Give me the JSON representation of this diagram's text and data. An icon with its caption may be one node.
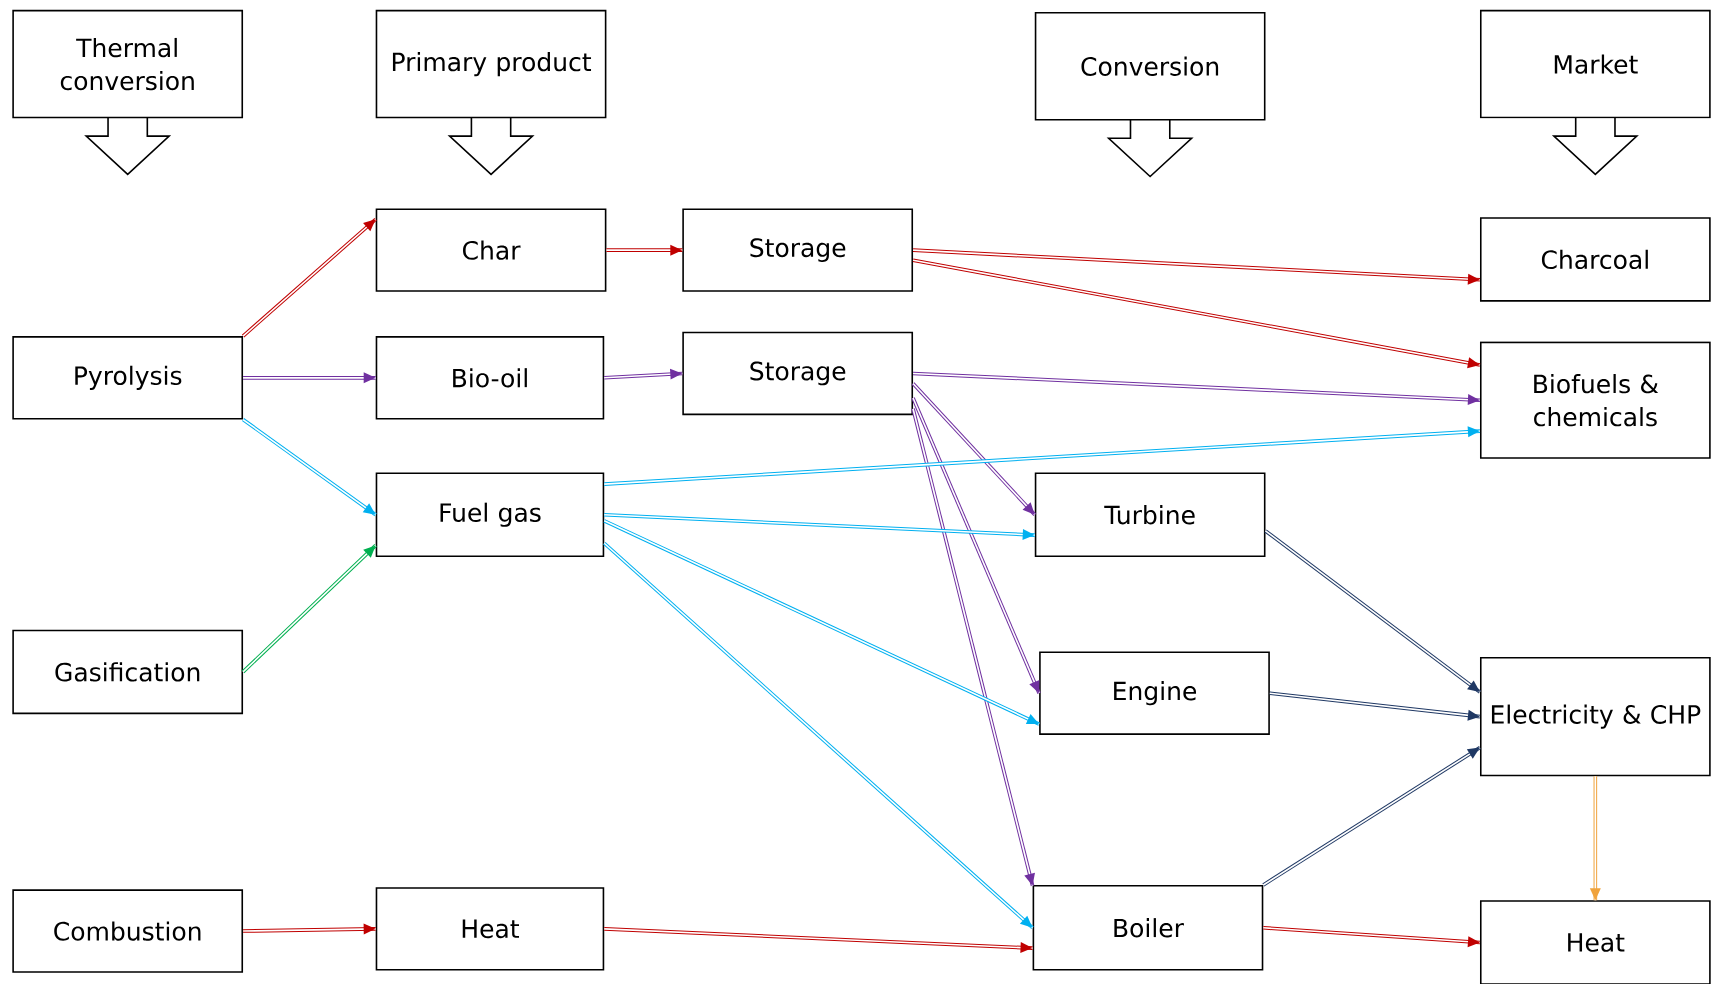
{
  "diagram": {
    "nodes": [
      {
        "text": [
          "Thermal conversion"
        ]
      },
      {
        "text": [
          "Primary product"
        ]
      },
      {
        "text": [
          "Conversion"
        ]
      },
      {
        "text": [
          "Market"
        ]
      },
      {
        "text": [
          "Char"
        ]
      },
      {
        "text": [
          "Storage"
        ]
      },
      {
        "text": [
          "Charcoal"
        ]
      },
      {
        "text": [
          "Pyrolysis"
        ]
      },
      {
        "text": [
          "Bio-oil"
        ]
      },
      {
        "text": [
          "Storage"
        ]
      },
      {
        "text": [
          "Biofuels & chemicals"
        ]
      },
      {
        "text": [
          "Fuel gas"
        ]
      },
      {
        "text": [
          "Turbine"
        ]
      },
      {
        "text": [
          "Gasification"
        ]
      },
      {
        "text": [
          "Engine"
        ]
      },
      {
        "text": [
          "Electricity & CHP"
        ]
      },
      {
        "text": [
          "Combustion"
        ]
      },
      {
        "text": [
          "Heat"
        ]
      },
      {
        "text": [
          "Boiler"
        ]
      },
      {
        "text": [
          "Heat"
        ]
      }
    ],
    "edges": [
      {
        "from": 7,
        "to": 4,
        "arrow": "to",
        "color": "#c00000"
      },
      {
        "from": 4,
        "to": 5,
        "arrow": "to",
        "color": "#c00000"
      },
      {
        "from": 5,
        "to": 6,
        "arrow": "to",
        "color": "#c00000"
      },
      {
        "from": 5,
        "to": 10,
        "arrow": "to",
        "color": "#c00000"
      },
      {
        "from": 7,
        "to": 8,
        "arrow": "to",
        "color": "#7030a0"
      },
      {
        "from": 8,
        "to": 9,
        "arrow": "to",
        "color": "#7030a0"
      },
      {
        "from": 9,
        "to": 10,
        "arrow": "to",
        "color": "#7030a0"
      },
      {
        "from": 9,
        "to": 12,
        "arrow": "to",
        "color": "#7030a0"
      },
      {
        "from": 9,
        "to": 14,
        "arrow": "to",
        "color": "#7030a0"
      },
      {
        "from": 9,
        "to": 18,
        "arrow": "to",
        "color": "#7030a0"
      },
      {
        "from": 7,
        "to": 11,
        "arrow": "to",
        "color": "#00b0f0"
      },
      {
        "from": 13,
        "to": 11,
        "arrow": "to",
        "color": "#00b050"
      },
      {
        "from": 11,
        "to": 10,
        "arrow": "to",
        "color": "#00b0f0"
      },
      {
        "from": 11,
        "to": 12,
        "arrow": "to",
        "color": "#00b0f0"
      },
      {
        "from": 11,
        "to": 14,
        "arrow": "to",
        "color": "#00b0f0"
      },
      {
        "from": 11,
        "to": 18,
        "arrow": "to",
        "color": "#00b0f0"
      },
      {
        "from": 12,
        "to": 15,
        "arrow": "to",
        "color": "#1f3864"
      },
      {
        "from": 14,
        "to": 15,
        "arrow": "to",
        "color": "#1f3864"
      },
      {
        "from": 18,
        "to": 15,
        "arrow": "to",
        "color": "#1f3864"
      },
      {
        "from": 15,
        "to": 19,
        "arrow": "to",
        "color": "#f0a33c"
      },
      {
        "from": 16,
        "to": 17,
        "arrow": "to",
        "color": "#c00000"
      },
      {
        "from": 17,
        "to": 18,
        "arrow": "to",
        "color": "#c00000"
      },
      {
        "from": 18,
        "to": 19,
        "arrow": "to",
        "color": "#c00000"
      }
    ]
  }
}
